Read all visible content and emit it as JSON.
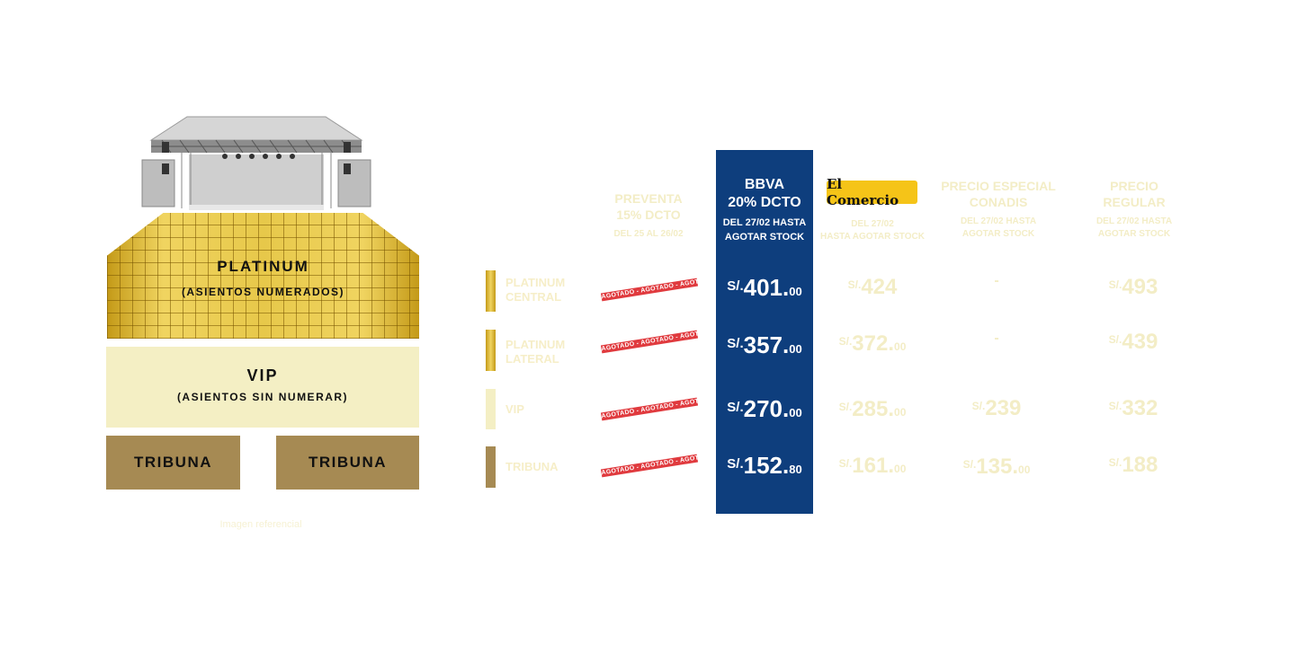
{
  "map": {
    "platinum_title": "PLATINUM",
    "platinum_sub": "(ASIENTOS NUMERADOS)",
    "vip_title": "VIP",
    "vip_sub": "(ASIENTOS SIN NUMERAR)",
    "tribuna_left": "TRIBUNA",
    "tribuna_right": "TRIBUNA",
    "note": "Imagen referencial"
  },
  "headers": {
    "preventa": {
      "title_1": "PREVENTA",
      "title_2": "15% DCTO",
      "sub": "DEL 25 AL 26/02"
    },
    "bbva": {
      "title_1": "BBVA",
      "title_2": "20% DCTO",
      "sub_1": "DEL 27/02 HASTA",
      "sub_2": "AGOTAR STOCK"
    },
    "elcomercio": {
      "logo": "El Comercio",
      "sub_1": "DEL 27/02",
      "sub_2": "HASTA AGOTAR STOCK"
    },
    "promo": {
      "title_1": "PRECIO ESPECIAL",
      "title_2": "CONADIS",
      "sub_1": "DEL 27/02 HASTA",
      "sub_2": "AGOTAR STOCK"
    },
    "regular": {
      "title_1": "PRECIO",
      "title_2": "REGULAR",
      "sub_1": "DEL 27/02 HASTA",
      "sub_2": "AGOTAR STOCK"
    }
  },
  "agotado_text": "AGOTADO - AGOTADO - AGOTADO - AGOTADO",
  "rows": [
    {
      "label_1": "PLATINUM",
      "label_2": "CENTRAL",
      "color": "#d9b730",
      "bbva": {
        "cur": "S/.",
        "int": "401.",
        "dec": "00"
      },
      "ec": {
        "cur": "S/.",
        "int": "424",
        "dec": ""
      },
      "promo": {
        "cur": "",
        "int": "-",
        "dec": ""
      },
      "regular": {
        "cur": "S/.",
        "int": "493",
        "dec": ""
      }
    },
    {
      "label_1": "PLATINUM",
      "label_2": "LATERAL",
      "color": "#d9b730",
      "bbva": {
        "cur": "S/.",
        "int": "357.",
        "dec": "00"
      },
      "ec": {
        "cur": "S/.",
        "int": "372.",
        "dec": "00"
      },
      "promo": {
        "cur": "",
        "int": "-",
        "dec": ""
      },
      "regular": {
        "cur": "S/.",
        "int": "439",
        "dec": ""
      }
    },
    {
      "label_1": "VIP",
      "label_2": "",
      "color": "#f4efc4",
      "bbva": {
        "cur": "S/.",
        "int": "270.",
        "dec": "00"
      },
      "ec": {
        "cur": "S/.",
        "int": "285.",
        "dec": "00"
      },
      "promo": {
        "cur": "S/.",
        "int": "239",
        "dec": ""
      },
      "regular": {
        "cur": "S/.",
        "int": "332",
        "dec": ""
      }
    },
    {
      "label_1": "TRIBUNA",
      "label_2": "",
      "color": "#a68a53",
      "bbva": {
        "cur": "S/.",
        "int": "152.",
        "dec": "80"
      },
      "ec": {
        "cur": "S/.",
        "int": "161.",
        "dec": "00"
      },
      "promo": {
        "cur": "S/.",
        "int": "135.",
        "dec": "00"
      },
      "regular": {
        "cur": "S/.",
        "int": "188",
        "dec": ""
      }
    }
  ]
}
